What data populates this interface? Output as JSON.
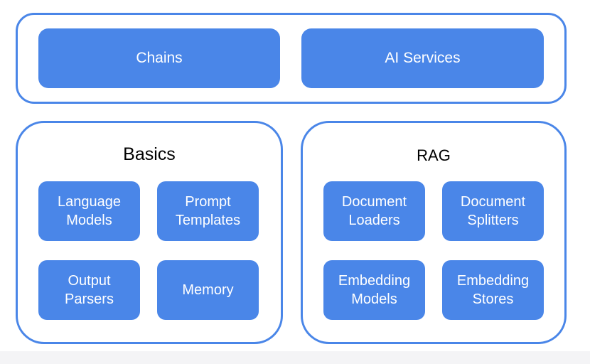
{
  "top_row": {
    "chains": "Chains",
    "ai_services": "AI Services"
  },
  "basics": {
    "title": "Basics",
    "items": [
      "Language\nModels",
      "Prompt\nTemplates",
      "Output\nParsers",
      "Memory"
    ]
  },
  "rag": {
    "title": "RAG",
    "items": [
      "Document\nLoaders",
      "Document\nSplitters",
      "Embedding\nModels",
      "Embedding\nStores"
    ]
  },
  "colors": {
    "box_fill": "#4a86e8",
    "frame_stroke": "#4a86e8",
    "box_text": "#ffffff"
  }
}
